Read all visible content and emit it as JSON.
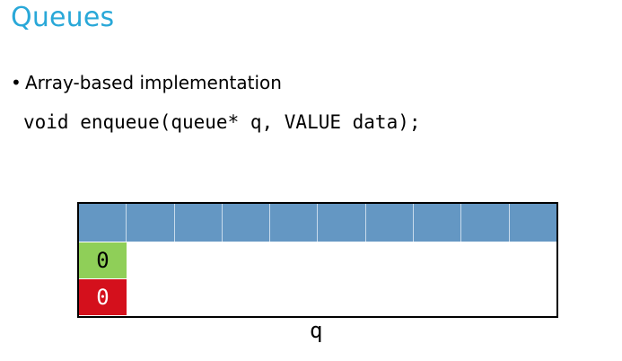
{
  "slide": {
    "title": "Queues",
    "bullet_marker": "•",
    "bullet_text": "Array-based implementation",
    "code": "void enqueue(queue* q, VALUE data);"
  },
  "diagram": {
    "array_cells": 10,
    "head_value": "0",
    "tail_value": "0",
    "struct_label": "q",
    "colors": {
      "array_fill": "#6497c3",
      "head_fill": "#8fcf58",
      "tail_fill": "#d4101c",
      "title_color": "#29a8d8"
    }
  }
}
